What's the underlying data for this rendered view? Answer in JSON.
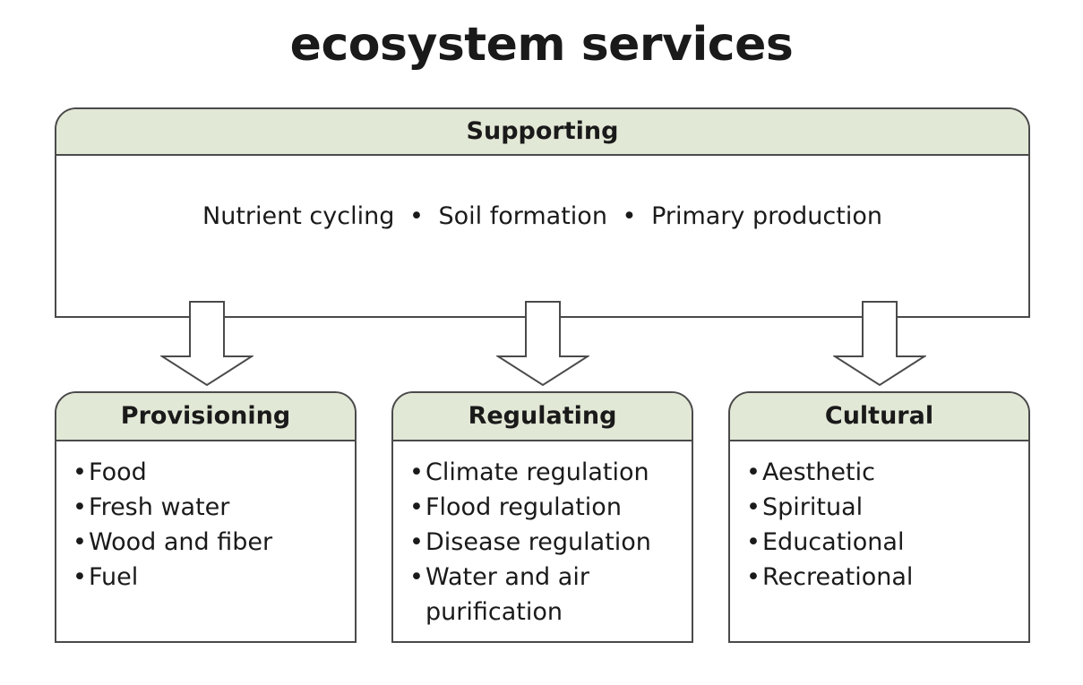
{
  "title": "ecosystem services",
  "supporting": {
    "header": "Supporting",
    "items": [
      "Nutrient cycling",
      "Soil formation",
      "Primary production"
    ],
    "separator": "•"
  },
  "categories": [
    {
      "header": "Provisioning",
      "items": [
        "Food",
        "Fresh water",
        "Wood and fiber",
        "Fuel"
      ]
    },
    {
      "header": "Regulating",
      "items": [
        "Climate regulation",
        "Flood regulation",
        "Disease regulation",
        "Water and air purification"
      ]
    },
    {
      "header": "Cultural",
      "items": [
        "Aesthetic",
        "Spiritual",
        "Educational",
        "Recreational"
      ]
    }
  ],
  "colors": {
    "header_fill": "#e2e8d6",
    "border": "#4a4a4a",
    "text": "#1a1a1a"
  }
}
